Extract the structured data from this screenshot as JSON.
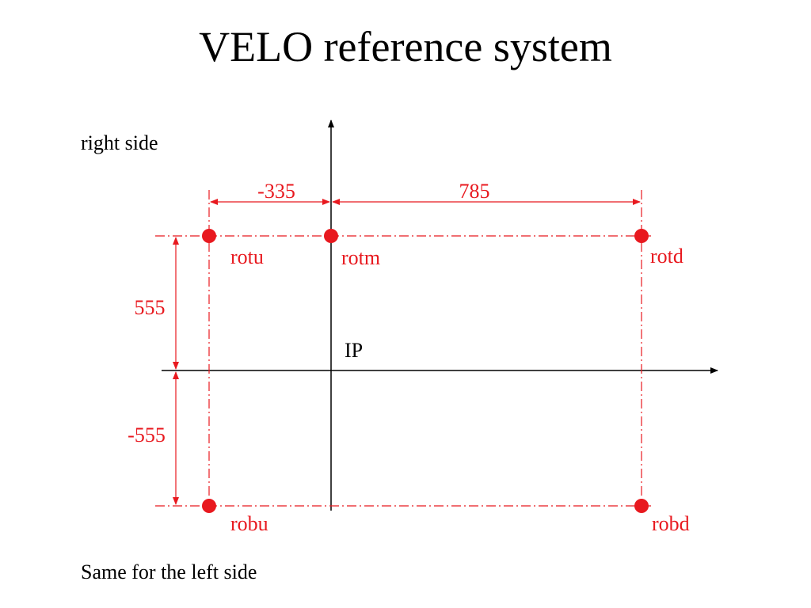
{
  "title": "VELO reference system",
  "side_label": "right side",
  "footer_note": "Same for the left side",
  "colors": {
    "accent": "#e8191f",
    "axis": "#000000"
  },
  "origin_label": "IP",
  "dimensions": {
    "horizontal_left": "-335",
    "horizontal_right": "785",
    "vertical_top": "555",
    "vertical_bottom": "-555"
  },
  "points": {
    "rotu": "rotu",
    "rotm": "rotm",
    "rotd": "rotd",
    "robu": "robu",
    "robd": "robd"
  }
}
